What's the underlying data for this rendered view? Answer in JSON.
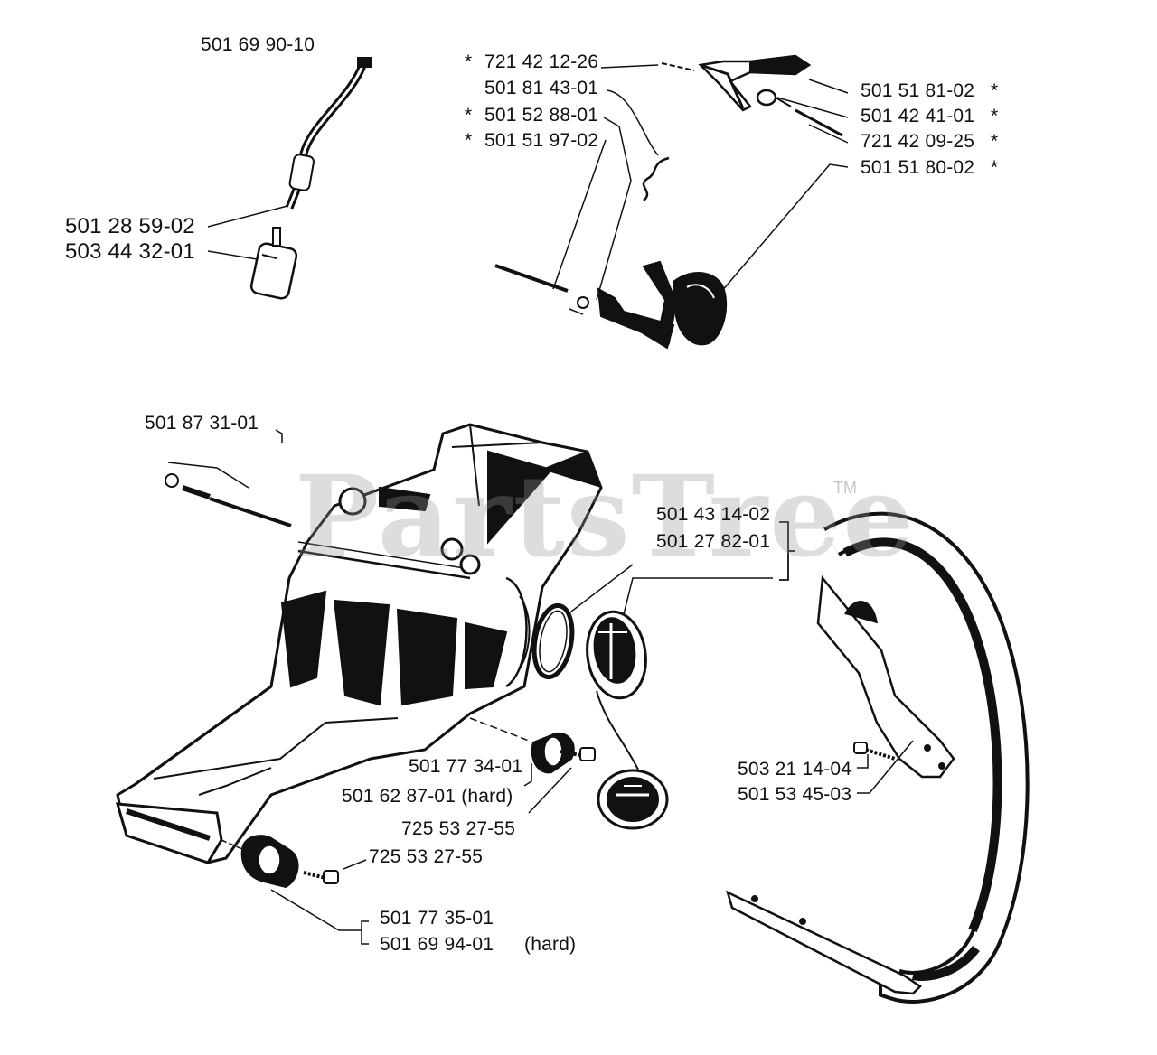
{
  "parts": {
    "fuel_line_top": "501 69 90-10",
    "fuel_hose": "501 28 59-02",
    "fuel_filter": "503 44 32-01",
    "screw_721_42_12_26": "721 42 12-26",
    "spring_501_81_43_01": "501 81 43-01",
    "part_501_52_88_01": "501 52 88-01",
    "part_501_51_97_02": "501 51 97-02",
    "part_501_51_81_02": "501 51 81-02",
    "part_501_42_41_01": "501 42 41-01",
    "pin_721_42_09_25": "721 42 09-25",
    "part_501_51_80_02": "501 51 80-02",
    "part_501_87_31_01": "501 87 31-01",
    "part_501_43_14_02": "501 43 14-02",
    "part_501_27_82_01": "501 27 82-01",
    "part_501_77_34_01": "501 77 34-01",
    "part_501_62_87_01": "501 62 87-01 (hard)",
    "screw_725_53_27_55_a": "725 53 27-55",
    "screw_725_53_27_55_b": "725 53 27-55",
    "part_501_77_35_01": "501 77 35-01",
    "part_501_69_94_01": "501 69 94-01",
    "hard_note": "(hard)",
    "part_503_21_14_04": "503 21 14-04",
    "part_501_53_45_03": "501 53 45-03",
    "asterisk": "*"
  },
  "watermark": {
    "text": "PartsTree",
    "trademark": "TM"
  }
}
